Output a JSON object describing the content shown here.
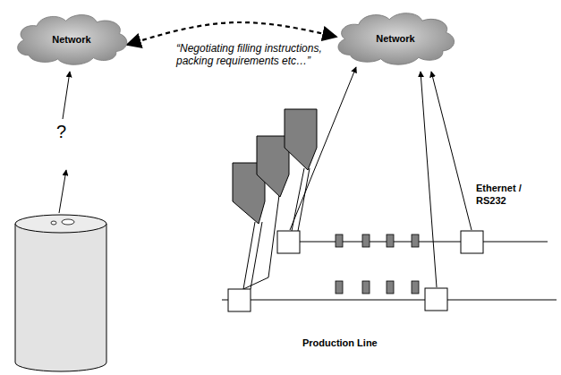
{
  "diagram": {
    "nodes": [
      {
        "text": [
          "Network"
        ]
      },
      {
        "text": [
          "Network"
        ]
      }
    ],
    "edges": [
      {
        "from": 0,
        "to": 1,
        "arrow": "both",
        "label": "“Negotiating filling instructions, packing requirements etc…”"
      }
    ],
    "labels": [
      "?",
      "Ethernet / RS232",
      "Production Line"
    ]
  }
}
